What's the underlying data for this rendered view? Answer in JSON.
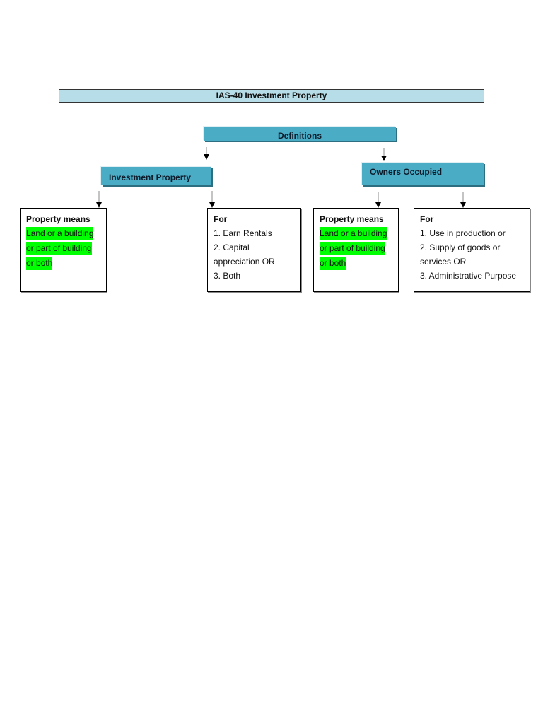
{
  "title": "IAS-40 Investment Property",
  "definitions": "Definitions",
  "investment_property": "Investment Property",
  "owners_occupied": "Owners Occupied",
  "boxes": [
    {
      "heading": "Property means",
      "lines": [
        "Land or a building",
        "or part of building",
        "or both"
      ],
      "highlight": true
    },
    {
      "heading": "For",
      "lines": [
        "1. Earn Rentals",
        "2. Capital",
        "appreciation OR",
        "3. Both"
      ],
      "highlight": false
    },
    {
      "heading": "Property means",
      "lines": [
        "Land or a building",
        "or part of building",
        "or both"
      ],
      "highlight": true
    },
    {
      "heading": "For",
      "lines": [
        "1. Use in production or",
        "2. Supply of goods or",
        "services OR",
        "3. Administrative Purpose"
      ],
      "highlight": false
    }
  ],
  "colors": {
    "header": "#4bacc6",
    "title_bg": "#b7dee8",
    "highlight": "#00ff00"
  }
}
